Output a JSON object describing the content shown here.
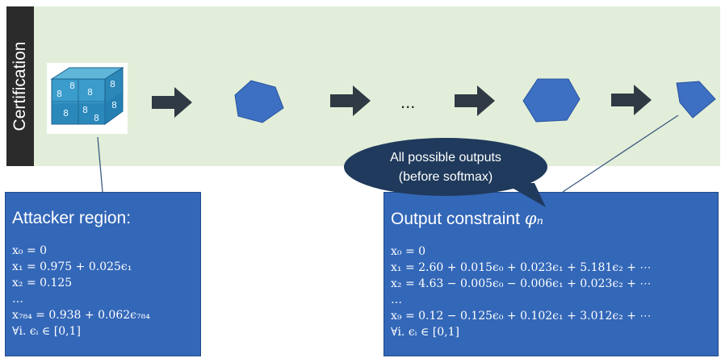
{
  "section_label": "Certification",
  "ellipsis": "...",
  "callout": {
    "line1": "All possible outputs",
    "line2": "(before softmax)"
  },
  "attacker_box": {
    "title": "Attacker region:",
    "lines": [
      "x₀ = 0",
      "x₁ = 0.975 + 0.025ϵ₁",
      "x₂ = 0.125",
      "…",
      "x₇₈₄ = 0.938 + 0.062ϵ₇₈₄",
      "∀i. ϵᵢ ∈ [0,1]"
    ]
  },
  "output_box": {
    "title": "Output constraint ",
    "title_symbol": "φₙ",
    "lines": [
      "x₀ = 0",
      "x₁ = 2.60 + 0.015ϵ₀ + 0.023ϵ₁ + 5.181ϵ₂ + ⋯",
      "x₂ = 4.63 − 0.005ϵ₀ − 0.006ϵ₁ + 0.023ϵ₂ + ⋯",
      "…",
      "x₉ = 0.12 − 0.125ϵ₀ + 0.102ϵ₁ + 3.012ϵ₂ + ⋯",
      "∀i. ϵᵢ ∈ [0,1]"
    ]
  },
  "colors": {
    "band": "#e2eed9",
    "box": "#3367b8",
    "polygon": "#3d6fc2",
    "arrow": "#2f3a44",
    "bubble": "#1f3a5c"
  }
}
